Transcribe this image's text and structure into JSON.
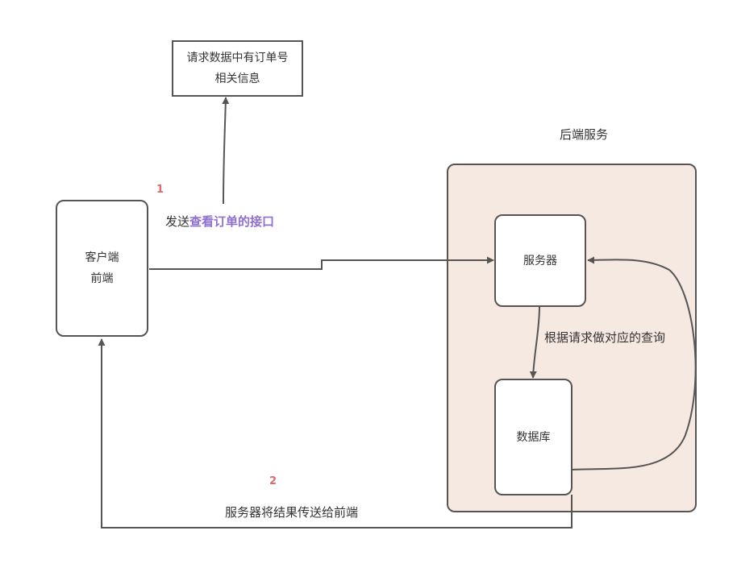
{
  "diagram": {
    "request_box": {
      "line1": "请求数据中有订单号",
      "line2": "相关信息"
    },
    "client_box": {
      "line1": "客户端",
      "line2": "前端"
    },
    "backend_group": {
      "title": "后端服务"
    },
    "server_box": {
      "label": "服务器"
    },
    "database_box": {
      "label": "数据库"
    },
    "step1": {
      "number": "1",
      "label_prefix": "发送",
      "label_highlight": "查看订单的接口"
    },
    "query_label": "根据请求做对应的查询",
    "step2": {
      "number": "2",
      "label": "服务器将结果传送给前端"
    },
    "colors": {
      "stroke": "#555555",
      "group_fill": "#f6e9e2",
      "step_number": "#e06a6a",
      "highlight_text": "#8f6fd0"
    }
  }
}
